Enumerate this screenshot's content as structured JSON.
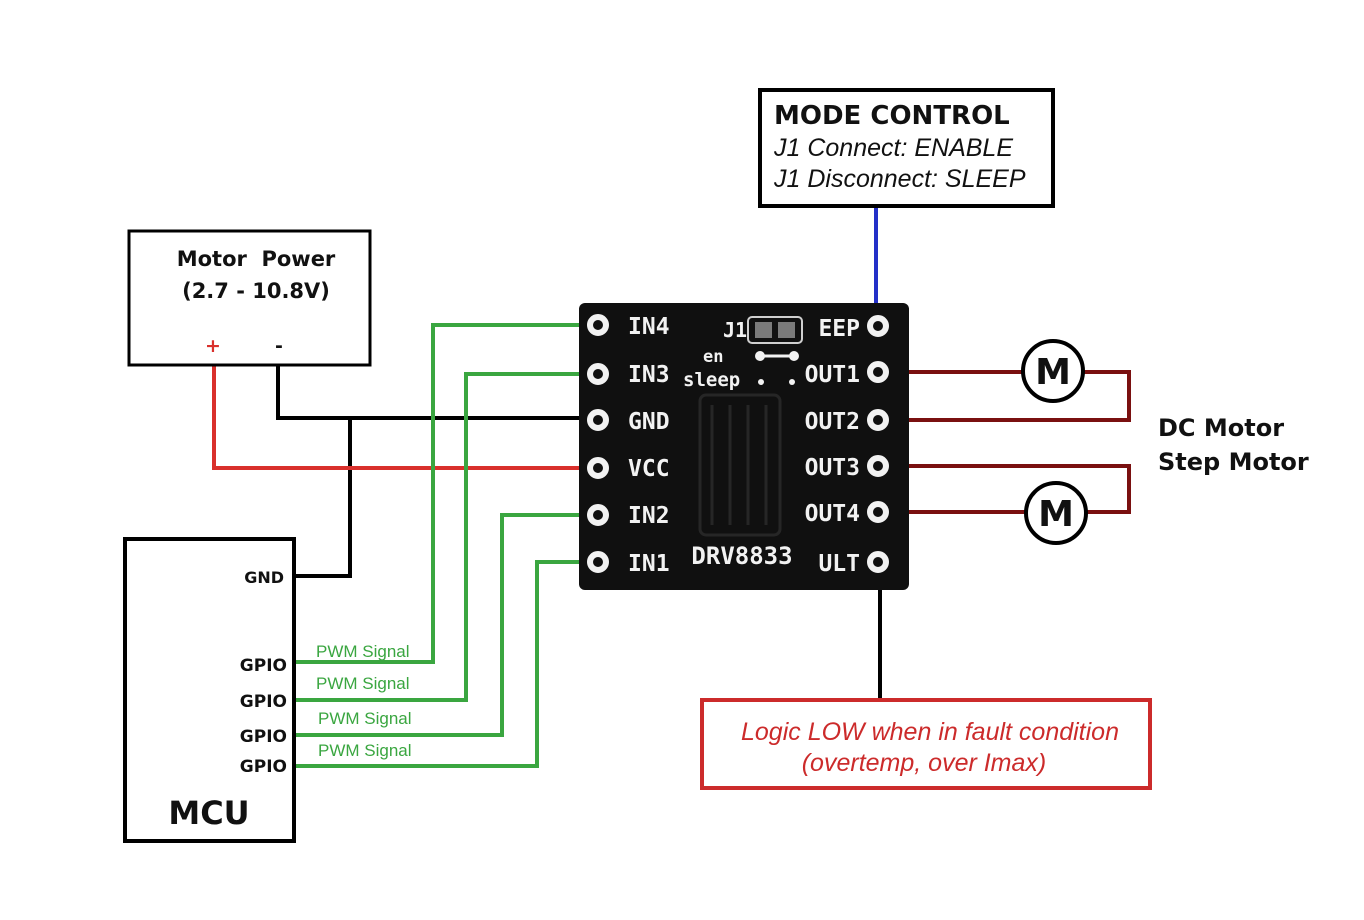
{
  "colors": {
    "wire_black": "#000000",
    "wire_red": "#d9302c",
    "wire_green": "#3aa640",
    "wire_blue": "#2330c8",
    "wire_dark_red": "#7a1010",
    "board": "#101010",
    "fault_box_border": "#cc2b2b",
    "fault_text": "#cc2b2b"
  },
  "mode_control": {
    "title": "MODE CONTROL",
    "line1": "J1 Connect: ENABLE",
    "line2": "J1 Disconnect: SLEEP"
  },
  "motor_power": {
    "title": "Motor  Power",
    "range": "(2.7 - 10.8V)",
    "plus": "+",
    "minus": "-"
  },
  "mcu": {
    "label": "MCU",
    "gnd": "GND",
    "gpio1": "GPIO",
    "gpio2": "GPIO",
    "gpio3": "GPIO",
    "gpio4": "GPIO"
  },
  "pwm_signals": {
    "s1": "PWM Signal",
    "s2": "PWM Signal",
    "s3": "PWM Signal",
    "s4": "PWM Signal"
  },
  "board": {
    "name": "DRV8833",
    "j1": "J1",
    "en": "en",
    "sleep": "sleep",
    "left_pins": {
      "in4": "IN4",
      "in3": "IN3",
      "gnd": "GND",
      "vcc": "VCC",
      "in2": "IN2",
      "in1": "IN1"
    },
    "right_pins": {
      "eep": "EEP",
      "out1": "OUT1",
      "out2": "OUT2",
      "out3": "OUT3",
      "out4": "OUT4",
      "ult": "ULT"
    }
  },
  "motors": {
    "m1": "M",
    "m2": "M",
    "label1": "DC Motor",
    "label2": "Step Motor"
  },
  "fault": {
    "line1": "Logic LOW when in fault condition",
    "line2": "(overtemp, over Imax)"
  }
}
